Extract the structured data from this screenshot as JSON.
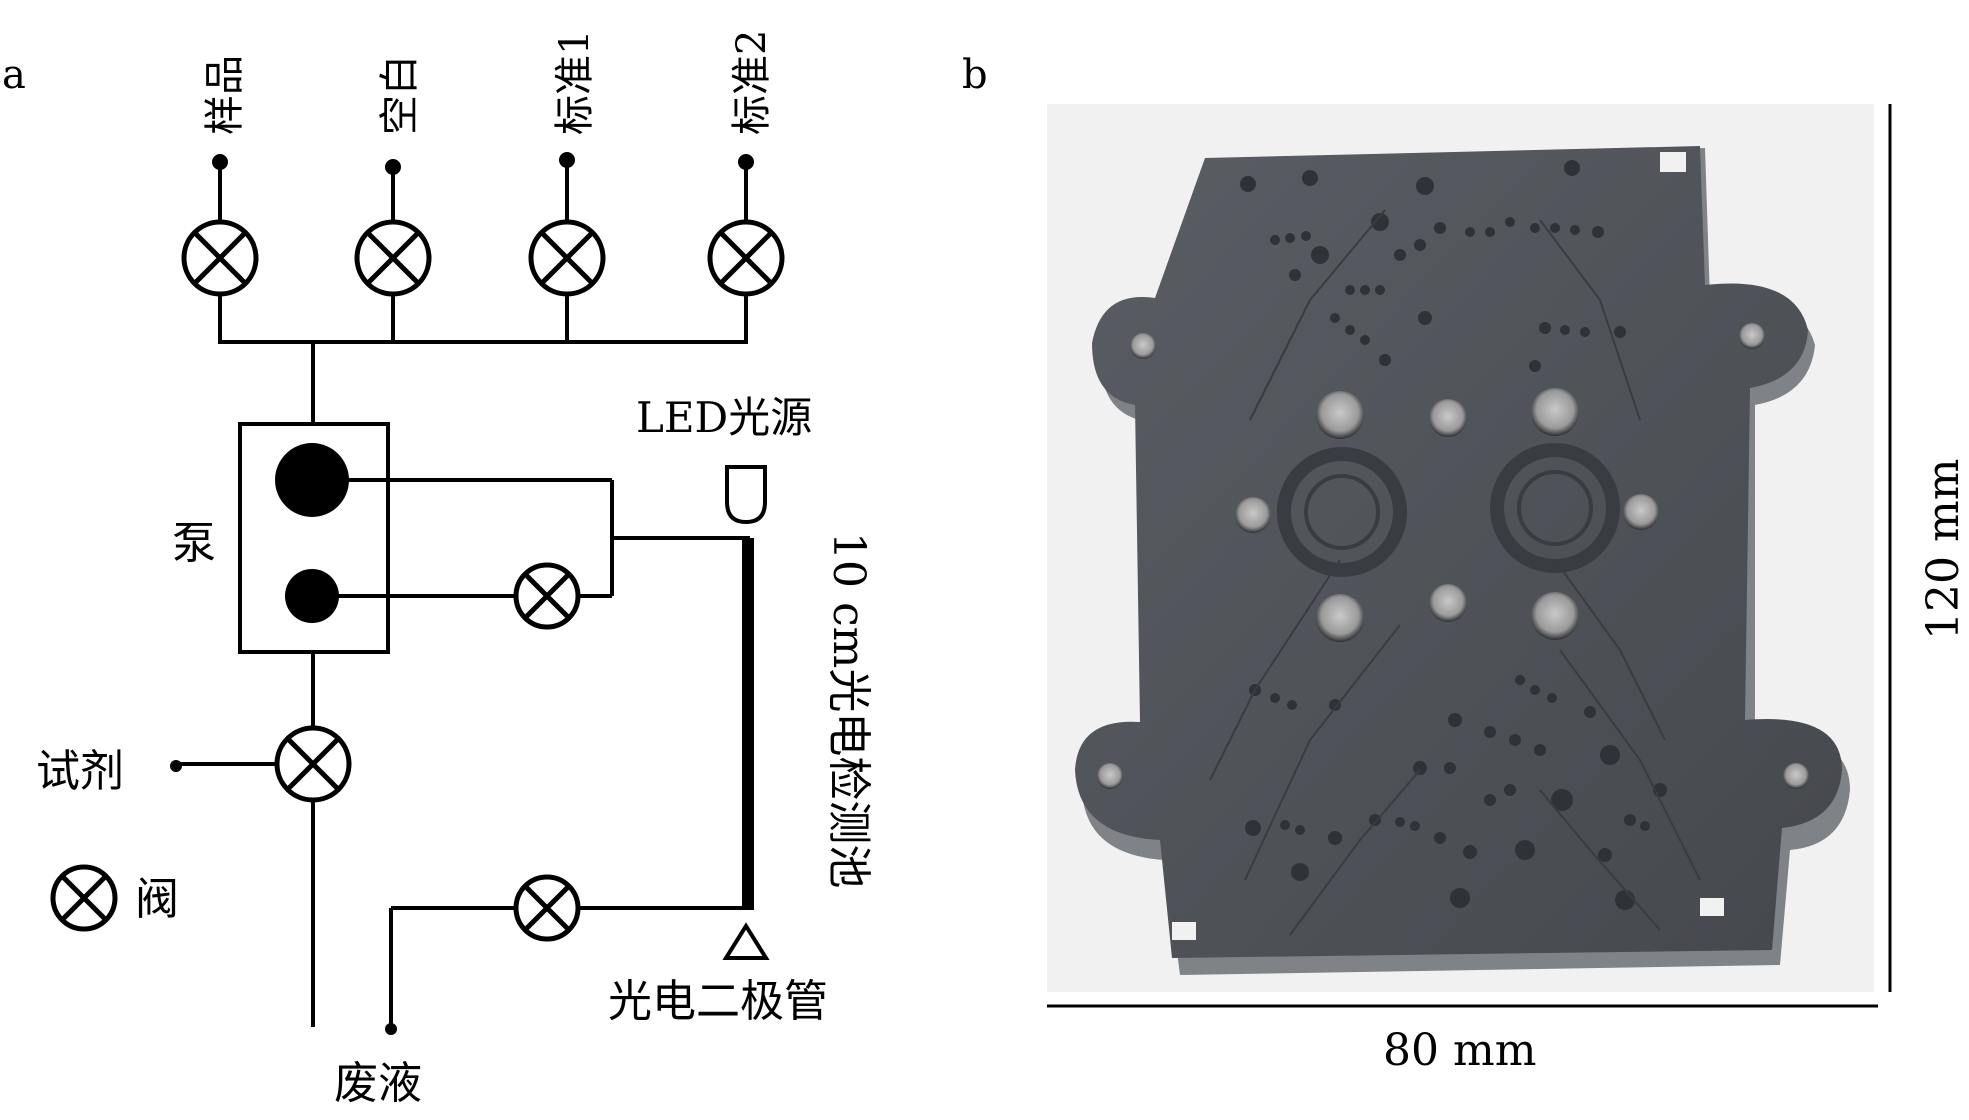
{
  "panels": {
    "a": {
      "label": "a"
    },
    "b": {
      "label": "b"
    }
  },
  "diagram": {
    "inlets": [
      "样品",
      "空白",
      "标准1",
      "标准2"
    ],
    "pump_label": "泵",
    "led_label": "LED光源",
    "cell_label": "10 cm光电检测池",
    "reagent_label": "试剂",
    "valve_legend": "阀",
    "waste_label": "废液",
    "photodiode_label": "光电二极管"
  },
  "photo": {
    "width_label": "80 mm",
    "height_label": "120 mm",
    "colors": {
      "plate": "#4e5258",
      "background": "#f1f1f1"
    }
  }
}
